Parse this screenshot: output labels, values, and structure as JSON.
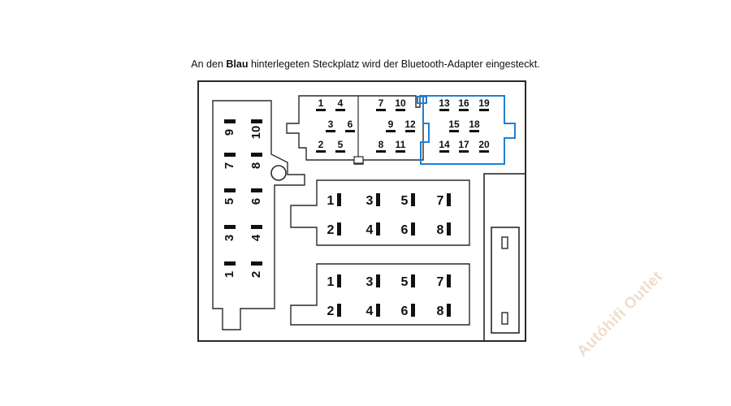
{
  "caption": {
    "before": "An den ",
    "bold": "Blau",
    "after": " hinterlegeten Steckplatz wird der Bluetooth-Adapter eingesteckt."
  },
  "colors": {
    "outline": "#2a2a2a",
    "highlight": "#1f7fd4",
    "watermark": "#f0dccc"
  },
  "left_block": {
    "pins": [
      {
        "label": "9"
      },
      {
        "label": "10"
      },
      {
        "label": "7"
      },
      {
        "label": "8"
      },
      {
        "label": "5"
      },
      {
        "label": "6"
      },
      {
        "label": "3"
      },
      {
        "label": "4"
      },
      {
        "label": "1"
      },
      {
        "label": "2"
      }
    ]
  },
  "top_connector": {
    "left_group": [
      "1",
      "4",
      "3",
      "6",
      "2",
      "5"
    ],
    "middle_group": [
      "7",
      "10",
      "9",
      "12",
      "8",
      "11"
    ],
    "bluetooth_group": [
      "13",
      "16",
      "19",
      "15",
      "18",
      "14",
      "17",
      "20"
    ]
  },
  "power_connector": {
    "pins": [
      "1",
      "3",
      "5",
      "7",
      "2",
      "4",
      "6",
      "8"
    ]
  },
  "speaker_connector": {
    "pins": [
      "1",
      "3",
      "5",
      "7",
      "2",
      "4",
      "6",
      "8"
    ]
  },
  "watermark": "Autóhifi Outlet"
}
